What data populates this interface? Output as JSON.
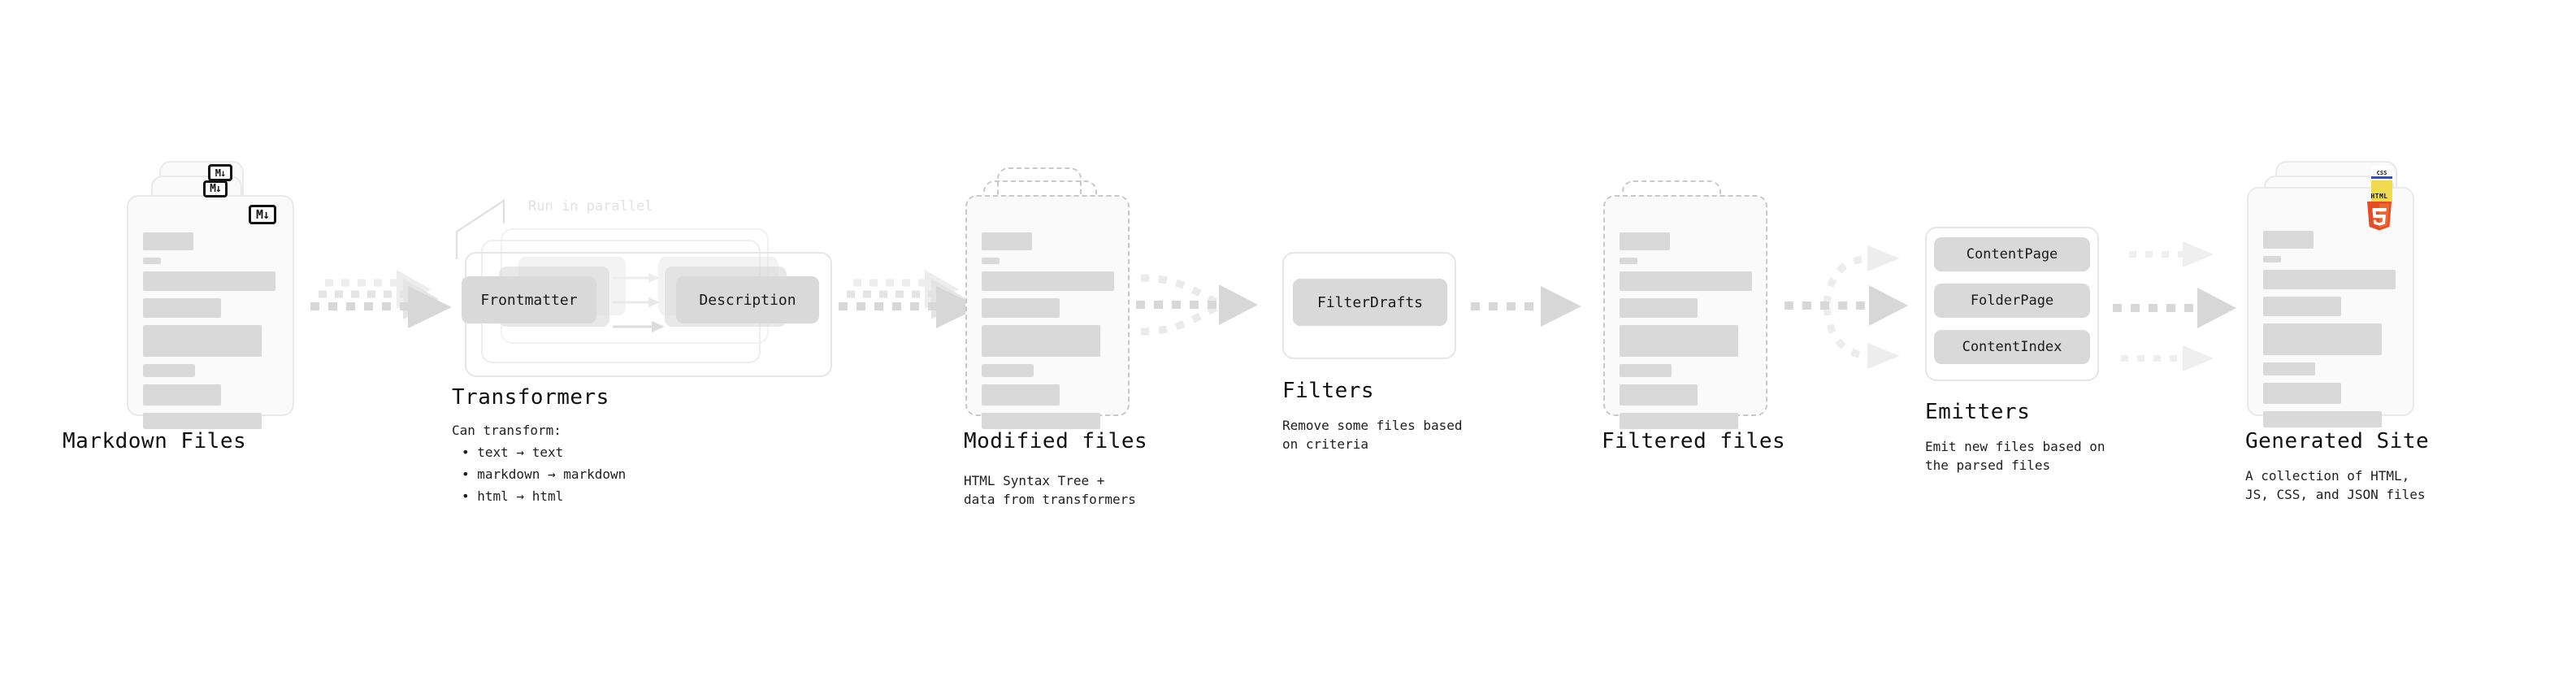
{
  "diagram": {
    "title_text_font_note": "",
    "stages": [
      {
        "id": "markdown-files",
        "title": "Markdown Files",
        "subtitle": "",
        "badge": "markdown-badge",
        "badge_label": "M↓"
      },
      {
        "id": "transformers",
        "title": "Transformers",
        "subtitle": "Can transform:",
        "bullets": [
          "• text → text",
          "• markdown → markdown",
          "• html → html"
        ],
        "parallel_label": "Run in parallel",
        "chips": [
          "Frontmatter",
          "Description"
        ]
      },
      {
        "id": "modified-files",
        "title": "Modified files",
        "subtitle": "HTML Syntax Tree +\ndata from transformers"
      },
      {
        "id": "filters",
        "title": "Filters",
        "subtitle": "Remove some files based\non criteria",
        "chips": [
          "FilterDrafts"
        ]
      },
      {
        "id": "filtered-files",
        "title": "Filtered files",
        "subtitle": ""
      },
      {
        "id": "emitters",
        "title": "Emitters",
        "subtitle": "Emit new files based on\nthe parsed files",
        "chips": [
          "ContentPage",
          "FolderPage",
          "ContentIndex"
        ]
      },
      {
        "id": "generated-site",
        "title": "Generated Site",
        "subtitle": "A collection of HTML,\nJS, CSS, and JSON files",
        "badges": [
          "css-badge",
          "js-badge",
          "html5-badge"
        ],
        "css_badge_label": "CSS",
        "html5_badge_label": "HTML"
      }
    ],
    "colors": {
      "card_fill": "#fafafa",
      "card_border": "#e9e9e9",
      "dashed_border": "#c9c9c9",
      "bar_fill": "#d9d9d9",
      "chip_fill": "#d9d9d9",
      "arrow_fill": "#d7d7d7",
      "arrow_fill_faint": "#ededed",
      "text": "#111111",
      "muted_text": "#e2e2e2",
      "css_blue": "#264de4",
      "js_yellow": "#f0db4f",
      "html5_orange": "#e44d26",
      "html5_orange_light": "#f16529"
    }
  }
}
